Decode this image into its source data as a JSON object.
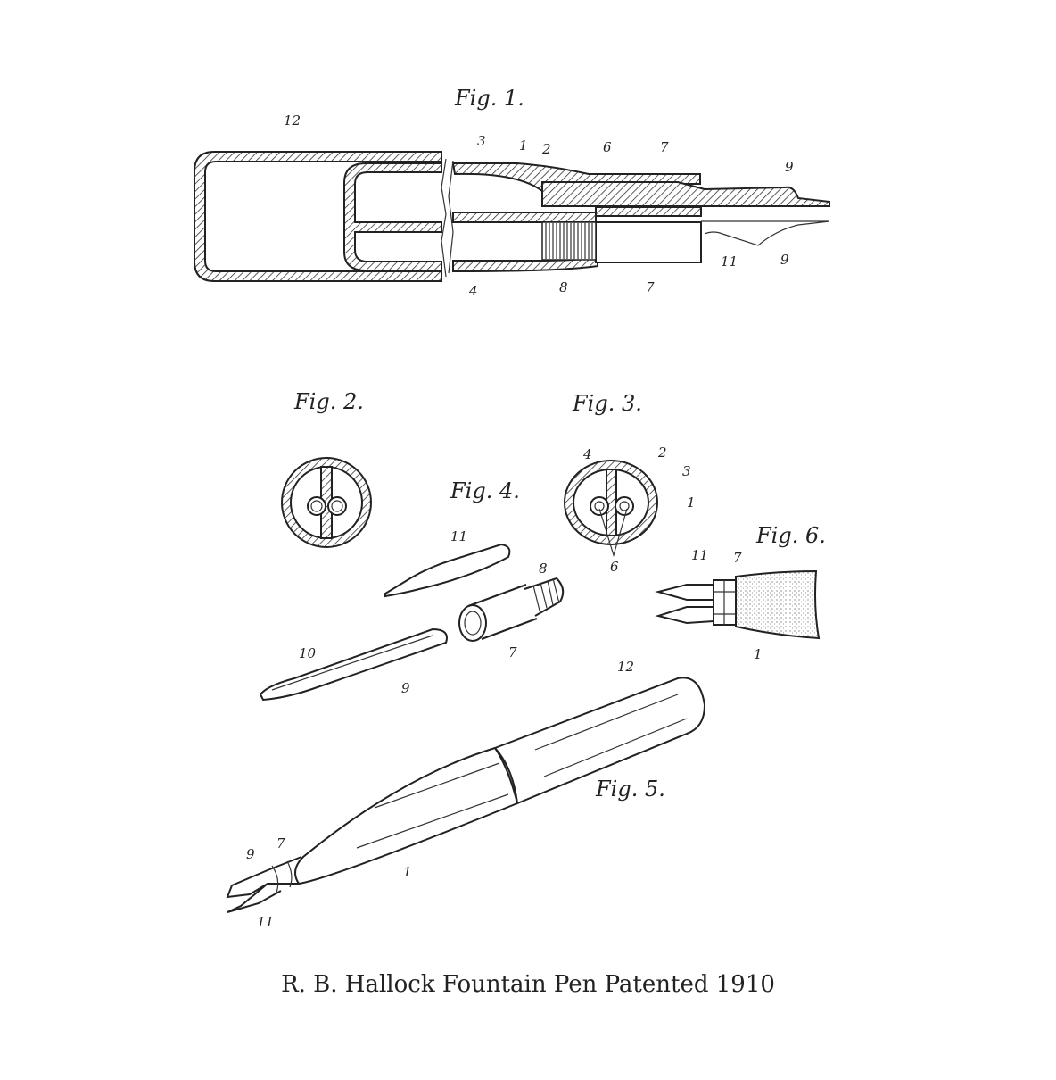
{
  "caption": "R. B. Hallock Fountain Pen Patented 1910",
  "fig1": {
    "title": "Fig. 1.",
    "labels": [
      "12",
      "3",
      "1",
      "2",
      "6",
      "7",
      "9",
      "4",
      "8",
      "7",
      "11",
      "9"
    ]
  },
  "fig2": {
    "title": "Fig. 2."
  },
  "fig3": {
    "title": "Fig. 3.",
    "labels": [
      "4",
      "2",
      "3",
      "1",
      "6"
    ]
  },
  "fig4": {
    "title": "Fig. 4.",
    "labels": [
      "11",
      "8",
      "10",
      "9",
      "7"
    ]
  },
  "fig5": {
    "title": "Fig. 5.",
    "labels": [
      "12",
      "1",
      "9",
      "7",
      "11"
    ]
  },
  "fig6": {
    "title": "Fig. 6.",
    "labels": [
      "11",
      "7",
      "1"
    ]
  }
}
